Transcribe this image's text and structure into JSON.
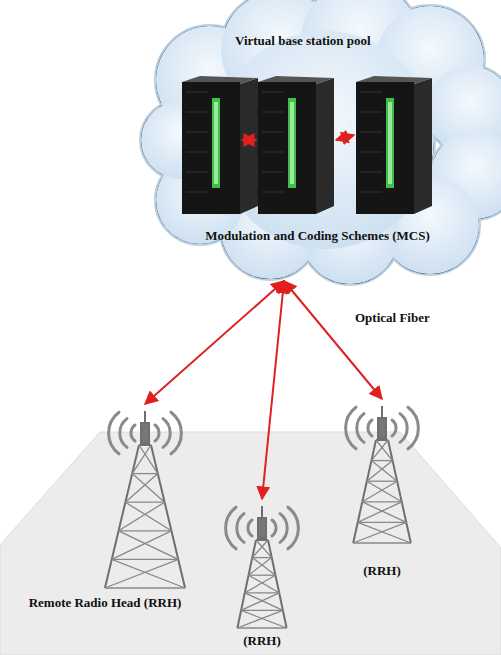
{
  "diagram": {
    "nodes": [
      {
        "text": [
          "Virtual base station pool",
          "Modulation and Coding Schemes (MCS)"
        ]
      },
      {
        "text": [
          "Remote Radio Head (RRH)"
        ]
      },
      {
        "text": [
          "(RRH)"
        ]
      },
      {
        "text": [
          "(RRH)"
        ]
      }
    ],
    "edges": [
      {
        "from": 0,
        "to": 1,
        "arrow": "both"
      },
      {
        "from": 0,
        "to": 2,
        "arrow": "both"
      },
      {
        "from": 0,
        "to": 3,
        "arrow": "both"
      }
    ],
    "labels": [
      "Optical Fiber"
    ]
  }
}
